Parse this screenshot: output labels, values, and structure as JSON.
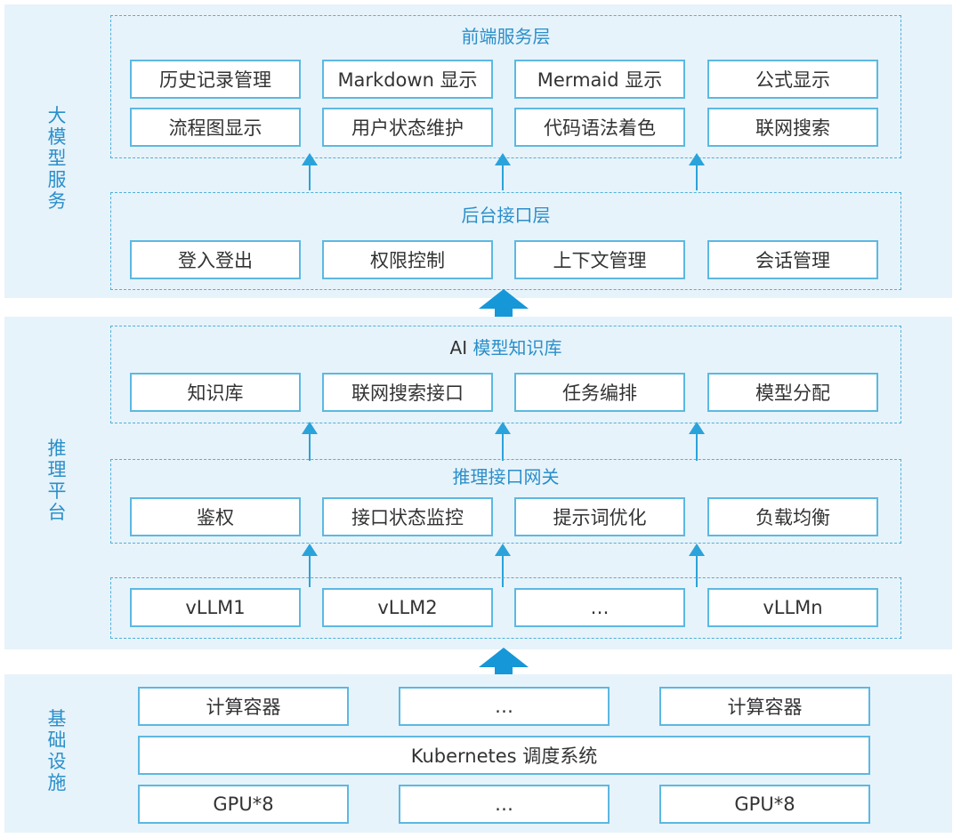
{
  "sections": {
    "llm_service": {
      "side_label": "大模型服务",
      "frontend": {
        "title": "前端服务层",
        "row1": [
          "历史记录管理",
          "Markdown 显示",
          "Mermaid 显示",
          "公式显示"
        ],
        "row2": [
          "流程图显示",
          "用户状态维护",
          "代码语法着色",
          "联网搜索"
        ]
      },
      "backend": {
        "title": "后台接口层",
        "row1": [
          "登入登出",
          "权限控制",
          "上下文管理",
          "会话管理"
        ]
      }
    },
    "inference": {
      "side_label": "推理平台",
      "knowledge": {
        "title_prefix": "AI ",
        "title_main": "模型知识库",
        "row1": [
          "知识库",
          "联网搜索接口",
          "任务编排",
          "模型分配"
        ]
      },
      "gateway": {
        "title": "推理接口网关",
        "row1": [
          "鉴权",
          "接口状态监控",
          "提示词优化",
          "负载均衡"
        ]
      },
      "vllm": {
        "row1": [
          "vLLM1",
          "vLLM2",
          "…",
          "vLLMn"
        ]
      }
    },
    "infra": {
      "side_label": "基础设施",
      "containers": [
        "计算容器",
        "…",
        "计算容器"
      ],
      "scheduler": "Kubernetes 调度系统",
      "gpus": [
        "GPU*8",
        "…",
        "GPU*8"
      ]
    }
  },
  "colors": {
    "panel_bg": "#e7f3fa",
    "accent": "#2a8fca",
    "box_border": "#5cb8e2",
    "arrow": "#1697d8"
  }
}
